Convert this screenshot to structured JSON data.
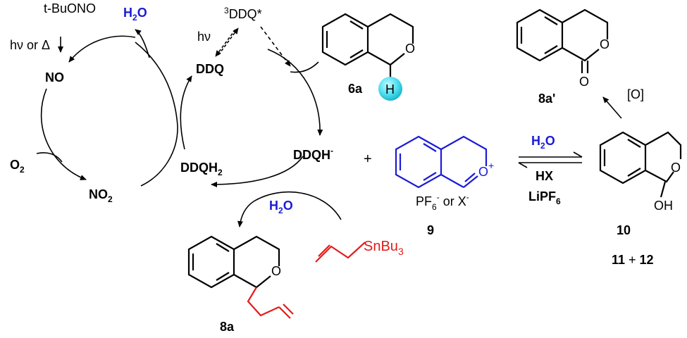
{
  "reagents": {
    "tbuono": "t-BuONO",
    "hv_or_delta": "hν or Δ",
    "hv": "hν",
    "o2": "O",
    "o2_sub": "2",
    "h2o_top": "H",
    "h2o_top_sub": "2",
    "h2o_top_o": "O",
    "h2o_mid": "H",
    "h2o_mid_sub": "2",
    "h2o_mid_o": "O",
    "h2o_right": "H",
    "h2o_right_sub": "2",
    "h2o_right_o": "O",
    "hx": "HX",
    "lipf6": "LiPF",
    "lipf6_sub": "6",
    "oxidant": "[O]",
    "plus": "+",
    "plus2": "+"
  },
  "species": {
    "no": "NO",
    "no2": "NO",
    "no2_sub": "2",
    "ddq": "DDQ",
    "ddq_triplet_sup": "3",
    "ddq_triplet": "DDQ*",
    "ddqh_minus": "DDQH",
    "ddqh_minus_sup": "-",
    "ddqh2": "DDQH",
    "ddqh2_sub": "2",
    "counterions": "PF",
    "counterions_sub": "6",
    "counterions_sup": "-",
    "counterions_or": " or X",
    "counterions_sup2": "-",
    "stannane": "SnBu",
    "stannane_sub": "3"
  },
  "compounds": {
    "c6a": "6a",
    "c8a": "8a",
    "c8a_prime": "8a'",
    "c9": "9",
    "c10": "10",
    "c11_12_a": "11",
    "c11_12_plus": " + ",
    "c11_12_b": "12"
  },
  "atoms": {
    "o": "O",
    "h": "H",
    "oh": "OH",
    "o_plus": "O",
    "o_plus_sup": "+"
  },
  "colors": {
    "black": "#000000",
    "blue": "#1a1ad8",
    "red": "#e21b1b",
    "cyan": "#4fe0f0"
  }
}
